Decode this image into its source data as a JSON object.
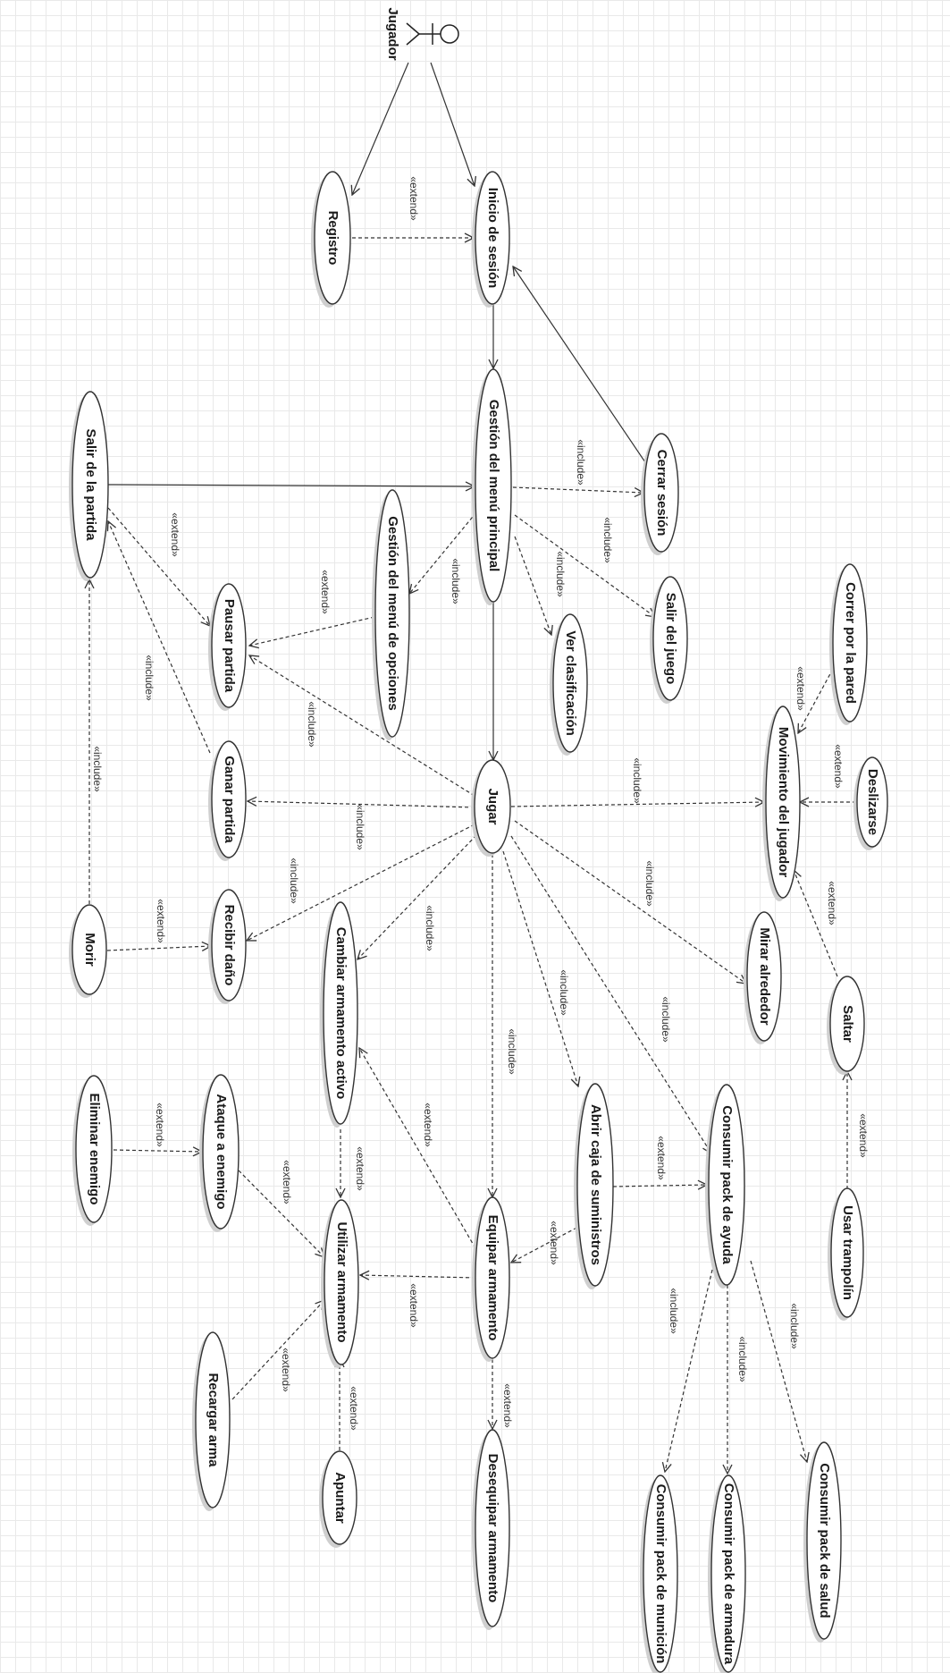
{
  "actor": {
    "name": "Jugador"
  },
  "use_cases": {
    "registro": "Registro",
    "inicio": "Inicio de sesión",
    "gestion_menu": "Gestión del menú principal",
    "cerrar": "Cerrar sesión",
    "salir_partida": "Salir de la partida",
    "opciones": "Gestión del menú de opciones",
    "pausar": "Pausar partida",
    "ver_clasif": "Ver clasificación",
    "salir_juego": "Salir del juego",
    "correr_pared": "Correr por la pared",
    "movimiento": "Movimiento del jugador",
    "deslizarse": "Deslizarse",
    "ganar": "Ganar partida",
    "jugar": "Jugar",
    "morir": "Morir",
    "recibir": "Recibir daño",
    "cambiar": "Cambiar armamento activo",
    "mirar": "Mirar alrededor",
    "saltar": "Saltar",
    "abrir_caja": "Abrir caja de suministros",
    "consumir_ayuda": "Consumir pack de ayuda",
    "eliminar": "Eliminar enemigo",
    "ataque": "Ataque a enemigo",
    "utilizar": "Utilizar armamento",
    "equipar": "Equipar armamento",
    "trampolin": "Usar trampolín",
    "recargar": "Recargar arma",
    "apuntar": "Apuntar",
    "desequipar": "Desequipar armamento",
    "municion": "Consumir pack de munición",
    "armadura": "Consumir pack de armadura",
    "salud": "Consumir pack de salud"
  },
  "relationships": [
    {
      "from": "actor",
      "to": "registro",
      "type": "association"
    },
    {
      "from": "actor",
      "to": "inicio",
      "type": "association"
    },
    {
      "from": "registro",
      "to": "inicio",
      "type": "extend",
      "label": "«extend»"
    },
    {
      "from": "inicio",
      "to": "gestion_menu",
      "type": "association"
    },
    {
      "from": "cerrar",
      "to": "inicio",
      "type": "association"
    },
    {
      "from": "gestion_menu",
      "to": "cerrar",
      "type": "include",
      "label": "«include»"
    },
    {
      "from": "salir_partida",
      "to": "gestion_menu",
      "type": "association"
    },
    {
      "from": "gestion_menu",
      "to": "opciones",
      "type": "include",
      "label": "«include»"
    },
    {
      "from": "gestion_menu",
      "to": "salir_juego",
      "type": "include",
      "label": "«include»"
    },
    {
      "from": "gestion_menu",
      "to": "ver_clasif",
      "type": "include",
      "label": "«include»"
    },
    {
      "from": "gestion_menu",
      "to": "jugar",
      "type": "association"
    },
    {
      "from": "salir_partida",
      "to": "pausar",
      "type": "extend",
      "label": "«extend»"
    },
    {
      "from": "opciones",
      "to": "pausar",
      "type": "extend",
      "label": "«extend»"
    },
    {
      "from": "ganar",
      "to": "salir_partida",
      "type": "include",
      "label": "«include»"
    },
    {
      "from": "morir",
      "to": "salir_partida",
      "type": "include",
      "label": "«include»"
    },
    {
      "from": "jugar",
      "to": "pausar",
      "type": "include",
      "label": "«include»"
    },
    {
      "from": "jugar",
      "to": "ganar",
      "type": "include",
      "label": "«include»"
    },
    {
      "from": "jugar",
      "to": "recibir",
      "type": "include",
      "label": "«include»"
    },
    {
      "from": "morir",
      "to": "recibir",
      "type": "extend",
      "label": "«extend»"
    },
    {
      "from": "jugar",
      "to": "movimiento",
      "type": "include",
      "label": "«include»"
    },
    {
      "from": "correr_pared",
      "to": "movimiento",
      "type": "extend",
      "label": "«extend»"
    },
    {
      "from": "deslizarse",
      "to": "movimiento",
      "type": "extend",
      "label": "«extend»"
    },
    {
      "from": "saltar",
      "to": "movimiento",
      "type": "extend",
      "label": "«extend»"
    },
    {
      "from": "trampolin",
      "to": "saltar",
      "type": "extend",
      "label": "«extend»"
    },
    {
      "from": "jugar",
      "to": "mirar",
      "type": "include",
      "label": "«include»"
    },
    {
      "from": "jugar",
      "to": "cambiar",
      "type": "include",
      "label": "«include»"
    },
    {
      "from": "jugar",
      "to": "equipar",
      "type": "include",
      "label": "«include»"
    },
    {
      "from": "jugar",
      "to": "abrir_caja",
      "type": "include",
      "label": "«include»"
    },
    {
      "from": "jugar",
      "to": "consumir_ayuda",
      "type": "include",
      "label": "«include»"
    },
    {
      "from": "abrir_caja",
      "to": "consumir_ayuda",
      "type": "extend",
      "label": "«extend»"
    },
    {
      "from": "abrir_caja",
      "to": "equipar",
      "type": "extend",
      "label": "«extend»"
    },
    {
      "from": "equipar",
      "to": "cambiar",
      "type": "extend",
      "label": "«extend»"
    },
    {
      "from": "cambiar",
      "to": "utilizar",
      "type": "extend",
      "label": "«extend»"
    },
    {
      "from": "equipar",
      "to": "utilizar",
      "type": "extend",
      "label": "«extend»"
    },
    {
      "from": "equipar",
      "to": "desequipar",
      "type": "extend",
      "label": "«extend»"
    },
    {
      "from": "eliminar",
      "to": "ataque",
      "type": "extend",
      "label": "«extend»"
    },
    {
      "from": "ataque",
      "to": "utilizar",
      "type": "extend",
      "label": "«extend»"
    },
    {
      "from": "recargar",
      "to": "utilizar",
      "type": "extend",
      "label": "«extend»"
    },
    {
      "from": "apuntar",
      "to": "utilizar",
      "type": "extend",
      "label": "«extend»"
    },
    {
      "from": "consumir_ayuda",
      "to": "municion",
      "type": "include",
      "label": "«include»"
    },
    {
      "from": "consumir_ayuda",
      "to": "armadura",
      "type": "include",
      "label": "«include»"
    },
    {
      "from": "consumir_ayuda",
      "to": "salud",
      "type": "include",
      "label": "«include»"
    }
  ]
}
